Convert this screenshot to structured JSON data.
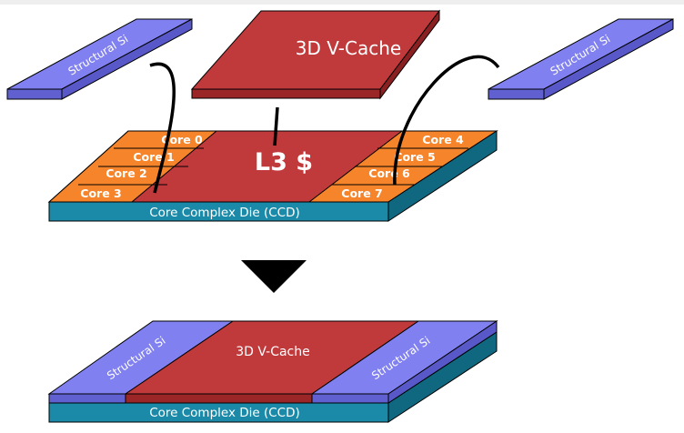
{
  "top": {
    "structural_left": "Structural Si",
    "structural_right": "Structural Si",
    "vcache": "3D V-Cache",
    "l3": "L3 $",
    "ccd": "Core Complex Die (CCD)",
    "cores_left": [
      "Core 0",
      "Core 1",
      "Core 2",
      "Core 3"
    ],
    "cores_right": [
      "Core 4",
      "Core 5",
      "Core 6",
      "Core 7"
    ]
  },
  "bottom": {
    "structural_left": "Structural Si",
    "structural_right": "Structural Si",
    "vcache": "3D V-Cache",
    "ccd": "Core Complex Die (CCD)"
  },
  "colors": {
    "structural": "#8080f0",
    "vcache": "#c0393b",
    "core": "#f5842a",
    "ccd": "#1a8aa8"
  }
}
